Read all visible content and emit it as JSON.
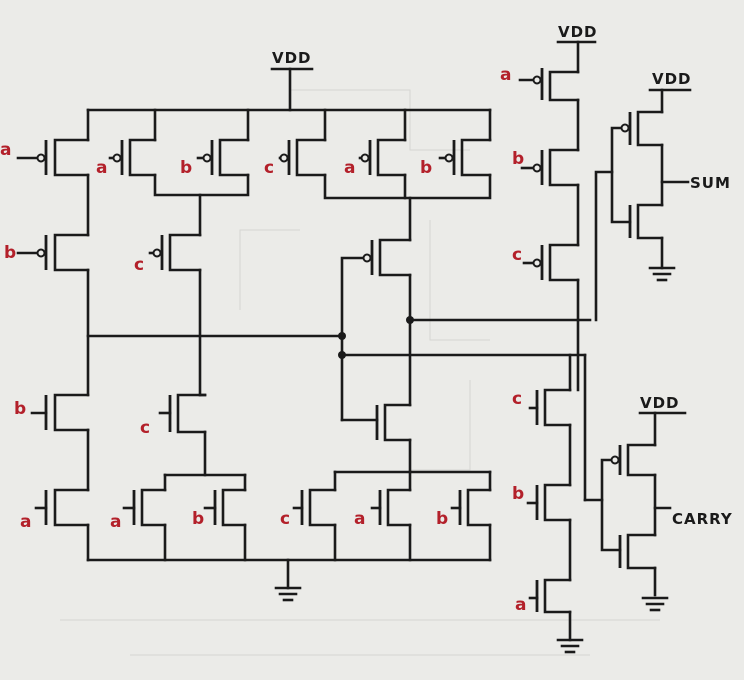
{
  "labels": {
    "vdd": "VDD",
    "sum": "SUM",
    "carry": "CARRY",
    "a": "a",
    "b": "b",
    "c": "c"
  },
  "colors": {
    "ink": "#1a1a1a",
    "input_label": "#b3202a",
    "paper": "#ebebe8"
  }
}
